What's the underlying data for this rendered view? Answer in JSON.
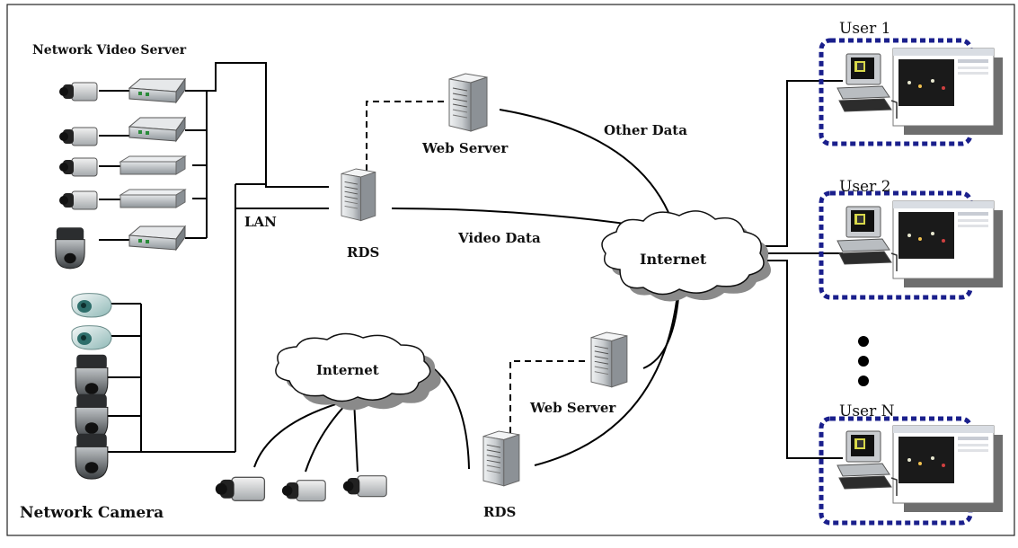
{
  "labels": {
    "network_video_server": "Network Video Server",
    "network_camera": "Network Camera",
    "lan": "LAN",
    "rds_top": "RDS",
    "rds_bottom": "RDS",
    "web_server_top": "Web Server",
    "web_server_bottom": "Web Server",
    "video_data": "Video Data",
    "other_data": "Other Data",
    "internet_main": "Internet",
    "internet_small": "Internet",
    "user_1": "User 1",
    "user_2": "User 2",
    "user_n": "User N"
  },
  "colors": {
    "user_box_border": "#1a1f8c",
    "cloud_fill": "#ffffff",
    "cloud_shadow": "#8a8a8a",
    "screen_shadow": "#6e6e6e",
    "server_body": "#cfd3d6"
  }
}
